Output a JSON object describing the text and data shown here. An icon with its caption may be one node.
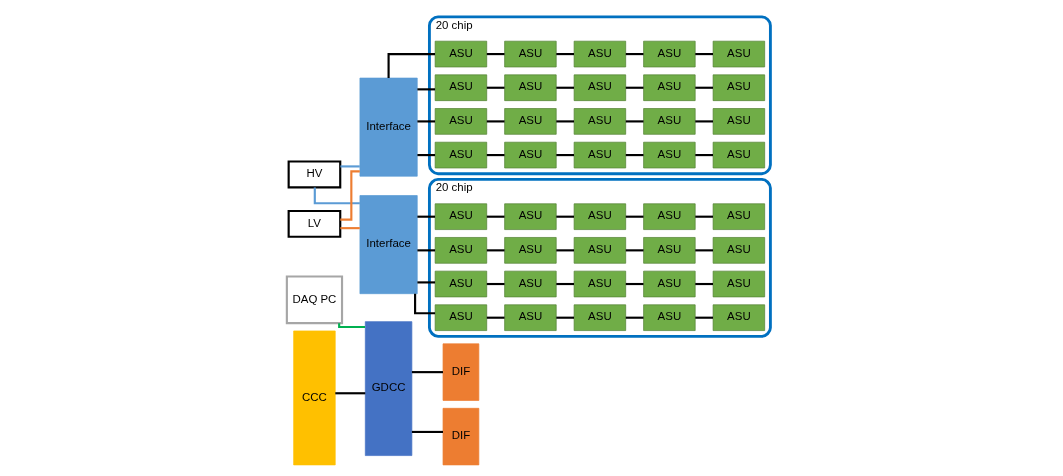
{
  "diagram": {
    "nodes": [
      {
        "text": [
          "DAQ PC"
        ]
      },
      {
        "text": [
          "HV"
        ]
      },
      {
        "text": [
          "LV"
        ]
      },
      {
        "text": [
          "CCC"
        ]
      },
      {
        "text": [
          "GDCC"
        ]
      },
      {
        "text": [
          "DIF"
        ]
      },
      {
        "text": [
          "DIF"
        ]
      },
      {
        "text": [
          "Interface"
        ]
      },
      {
        "text": [
          "Interface"
        ]
      },
      {
        "text": [
          "20 chip"
        ]
      },
      {
        "text": [
          "ASU"
        ],
        "in": 9
      },
      {
        "text": [
          "ASU"
        ],
        "in": 9
      },
      {
        "text": [
          "ASU"
        ],
        "in": 9
      },
      {
        "text": [
          "ASU"
        ],
        "in": 9
      },
      {
        "text": [
          "ASU"
        ],
        "in": 9
      },
      {
        "text": [
          "ASU"
        ],
        "in": 9
      },
      {
        "text": [
          "ASU"
        ],
        "in": 9
      },
      {
        "text": [
          "ASU"
        ],
        "in": 9
      },
      {
        "text": [
          "ASU"
        ],
        "in": 9
      },
      {
        "text": [
          "ASU"
        ],
        "in": 9
      },
      {
        "text": [
          "ASU"
        ],
        "in": 9
      },
      {
        "text": [
          "ASU"
        ],
        "in": 9
      },
      {
        "text": [
          "ASU"
        ],
        "in": 9
      },
      {
        "text": [
          "ASU"
        ],
        "in": 9
      },
      {
        "text": [
          "ASU"
        ],
        "in": 9
      },
      {
        "text": [
          "ASU"
        ],
        "in": 9
      },
      {
        "text": [
          "ASU"
        ],
        "in": 9
      },
      {
        "text": [
          "ASU"
        ],
        "in": 9
      },
      {
        "text": [
          "ASU"
        ],
        "in": 9
      },
      {
        "text": [
          "ASU"
        ],
        "in": 9
      },
      {
        "text": [
          "20 chip"
        ]
      },
      {
        "text": [
          "ASU"
        ],
        "in": 30
      },
      {
        "text": [
          "ASU"
        ],
        "in": 30
      },
      {
        "text": [
          "ASU"
        ],
        "in": 30
      },
      {
        "text": [
          "ASU"
        ],
        "in": 30
      },
      {
        "text": [
          "ASU"
        ],
        "in": 30
      },
      {
        "text": [
          "ASU"
        ],
        "in": 30
      },
      {
        "text": [
          "ASU"
        ],
        "in": 30
      },
      {
        "text": [
          "ASU"
        ],
        "in": 30
      },
      {
        "text": [
          "ASU"
        ],
        "in": 30
      },
      {
        "text": [
          "ASU"
        ],
        "in": 30
      },
      {
        "text": [
          "ASU"
        ],
        "in": 30
      },
      {
        "text": [
          "ASU"
        ],
        "in": 30
      },
      {
        "text": [
          "ASU"
        ],
        "in": 30
      },
      {
        "text": [
          "ASU"
        ],
        "in": 30
      },
      {
        "text": [
          "ASU"
        ],
        "in": 30
      },
      {
        "text": [
          "ASU"
        ],
        "in": 30
      },
      {
        "text": [
          "ASU"
        ],
        "in": 30
      },
      {
        "text": [
          "ASU"
        ],
        "in": 30
      },
      {
        "text": [
          "ASU"
        ],
        "in": 30
      },
      {
        "text": [
          "ASU"
        ],
        "in": 30
      }
    ],
    "edges": [
      {
        "from": 0,
        "to": 4,
        "arrow": "none",
        "color": "#00b050"
      },
      {
        "from": 1,
        "to": 7,
        "arrow": "none",
        "color": "#5b9bd5"
      },
      {
        "from": 1,
        "to": 8,
        "arrow": "none",
        "color": "#5b9bd5"
      },
      {
        "from": 2,
        "to": 7,
        "arrow": "none",
        "color": "#ed7d31"
      },
      {
        "from": 2,
        "to": 8,
        "arrow": "none",
        "color": "#ed7d31"
      },
      {
        "from": 3,
        "to": 4,
        "arrow": "none"
      },
      {
        "from": 4,
        "to": 5,
        "arrow": "none"
      },
      {
        "from": 4,
        "to": 6,
        "arrow": "none"
      },
      {
        "from": 7,
        "to": 10,
        "arrow": "none"
      },
      {
        "from": 7,
        "to": 15,
        "arrow": "none"
      },
      {
        "from": 7,
        "to": 20,
        "arrow": "none"
      },
      {
        "from": 7,
        "to": 25,
        "arrow": "none"
      },
      {
        "from": 8,
        "to": 31,
        "arrow": "none"
      },
      {
        "from": 8,
        "to": 36,
        "arrow": "none"
      },
      {
        "from": 8,
        "to": 41,
        "arrow": "none"
      },
      {
        "from": 8,
        "to": 46,
        "arrow": "none"
      },
      {
        "from": 10,
        "to": 11,
        "arrow": "none"
      },
      {
        "from": 11,
        "to": 12,
        "arrow": "none"
      },
      {
        "from": 12,
        "to": 13,
        "arrow": "none"
      },
      {
        "from": 13,
        "to": 14,
        "arrow": "none"
      },
      {
        "from": 15,
        "to": 16,
        "arrow": "none"
      },
      {
        "from": 16,
        "to": 17,
        "arrow": "none"
      },
      {
        "from": 17,
        "to": 18,
        "arrow": "none"
      },
      {
        "from": 18,
        "to": 19,
        "arrow": "none"
      },
      {
        "from": 20,
        "to": 21,
        "arrow": "none"
      },
      {
        "from": 21,
        "to": 22,
        "arrow": "none"
      },
      {
        "from": 22,
        "to": 23,
        "arrow": "none"
      },
      {
        "from": 23,
        "to": 24,
        "arrow": "none"
      },
      {
        "from": 25,
        "to": 26,
        "arrow": "none"
      },
      {
        "from": 26,
        "to": 27,
        "arrow": "none"
      },
      {
        "from": 27,
        "to": 28,
        "arrow": "none"
      },
      {
        "from": 28,
        "to": 29,
        "arrow": "none"
      },
      {
        "from": 31,
        "to": 32,
        "arrow": "none"
      },
      {
        "from": 32,
        "to": 33,
        "arrow": "none"
      },
      {
        "from": 33,
        "to": 34,
        "arrow": "none"
      },
      {
        "from": 34,
        "to": 35,
        "arrow": "none"
      },
      {
        "from": 36,
        "to": 37,
        "arrow": "none"
      },
      {
        "from": 37,
        "to": 38,
        "arrow": "none"
      },
      {
        "from": 38,
        "to": 39,
        "arrow": "none"
      },
      {
        "from": 39,
        "to": 40,
        "arrow": "none"
      },
      {
        "from": 41,
        "to": 42,
        "arrow": "none"
      },
      {
        "from": 42,
        "to": 43,
        "arrow": "none"
      },
      {
        "from": 43,
        "to": 44,
        "arrow": "none"
      },
      {
        "from": 44,
        "to": 45,
        "arrow": "none"
      },
      {
        "from": 46,
        "to": 47,
        "arrow": "none"
      },
      {
        "from": 47,
        "to": 48,
        "arrow": "none"
      },
      {
        "from": 48,
        "to": 49,
        "arrow": "none"
      },
      {
        "from": 49,
        "to": 50,
        "arrow": "none"
      }
    ]
  }
}
